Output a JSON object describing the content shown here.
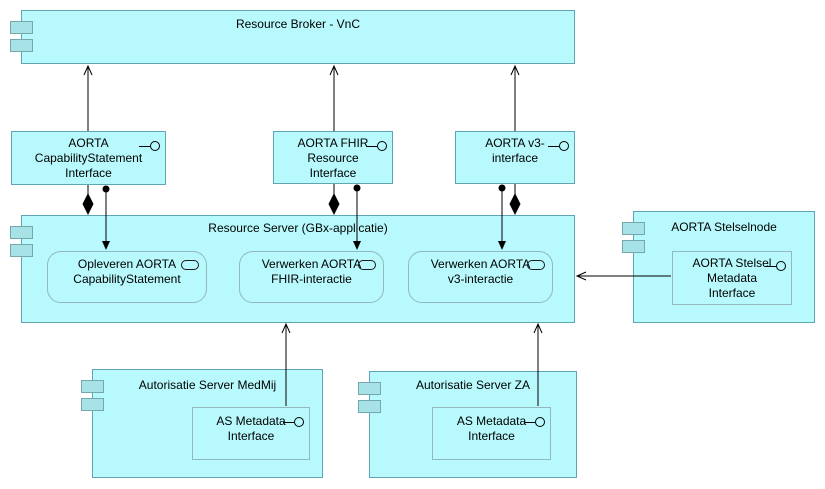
{
  "diagram": {
    "type": "archimate-application-diagram",
    "colors": {
      "element_fill": "#b7f9fc",
      "element_border": "#5fa5b2",
      "inner_element_border": "#92b7bd",
      "component_icon_fill": "#a6e2e6",
      "connector": "#000000",
      "background": "#ffffff"
    },
    "nodes": {
      "resource_broker": {
        "label": "Resource Broker - VnC",
        "icon": "component-icon"
      },
      "if_capability": {
        "label": "AORTA\nCapabilityStatement\nInterface",
        "icon": "interface-icon"
      },
      "if_fhir": {
        "label": "AORTA FHIR\nResource\nInterface",
        "icon": "interface-icon"
      },
      "if_v3": {
        "label": "AORTA v3-\ninterface",
        "icon": "interface-icon"
      },
      "resource_server": {
        "label": "Resource Server (GBx-applicatie)",
        "icon": "component-icon"
      },
      "svc_opleveren": {
        "label": "Opleveren AORTA\nCapabilityStatement",
        "icon": "application-service-icon"
      },
      "svc_fhir": {
        "label": "Verwerken AORTA\nFHIR-interactie",
        "icon": "application-service-icon"
      },
      "svc_v3": {
        "label": "Verwerken AORTA\nv3-interactie",
        "icon": "application-service-icon"
      },
      "stelselnode": {
        "label": "AORTA Stelselnode",
        "icon": "component-icon"
      },
      "if_stelsel": {
        "label": "AORTA Stelsel\nMetadata\nInterface",
        "icon": "interface-icon"
      },
      "as_medmij": {
        "label": "Autorisatie Server MedMij",
        "icon": "component-icon"
      },
      "if_as_medmij": {
        "label": "AS Metadata\nInterface",
        "icon": "interface-icon"
      },
      "as_za": {
        "label": "Autorisatie Server ZA",
        "icon": "component-icon"
      },
      "if_as_za": {
        "label": "AS Metadata\nInterface",
        "icon": "interface-icon"
      }
    },
    "relationships": [
      {
        "from": "if_capability",
        "to": "resource_broker",
        "type": "serving"
      },
      {
        "from": "if_fhir",
        "to": "resource_broker",
        "type": "serving"
      },
      {
        "from": "if_v3",
        "to": "resource_broker",
        "type": "serving"
      },
      {
        "from": "resource_server",
        "to": "if_capability",
        "type": "composition"
      },
      {
        "from": "resource_server",
        "to": "if_fhir",
        "type": "composition"
      },
      {
        "from": "resource_server",
        "to": "if_v3",
        "type": "composition"
      },
      {
        "from": "if_capability",
        "to": "svc_opleveren",
        "type": "assignment"
      },
      {
        "from": "if_fhir",
        "to": "svc_fhir",
        "type": "assignment"
      },
      {
        "from": "if_v3",
        "to": "svc_v3",
        "type": "assignment"
      },
      {
        "from": "if_stelsel",
        "to": "resource_server",
        "type": "serving"
      },
      {
        "from": "if_as_medmij",
        "to": "resource_server",
        "type": "serving"
      },
      {
        "from": "if_as_za",
        "to": "resource_server",
        "type": "serving"
      }
    ]
  }
}
